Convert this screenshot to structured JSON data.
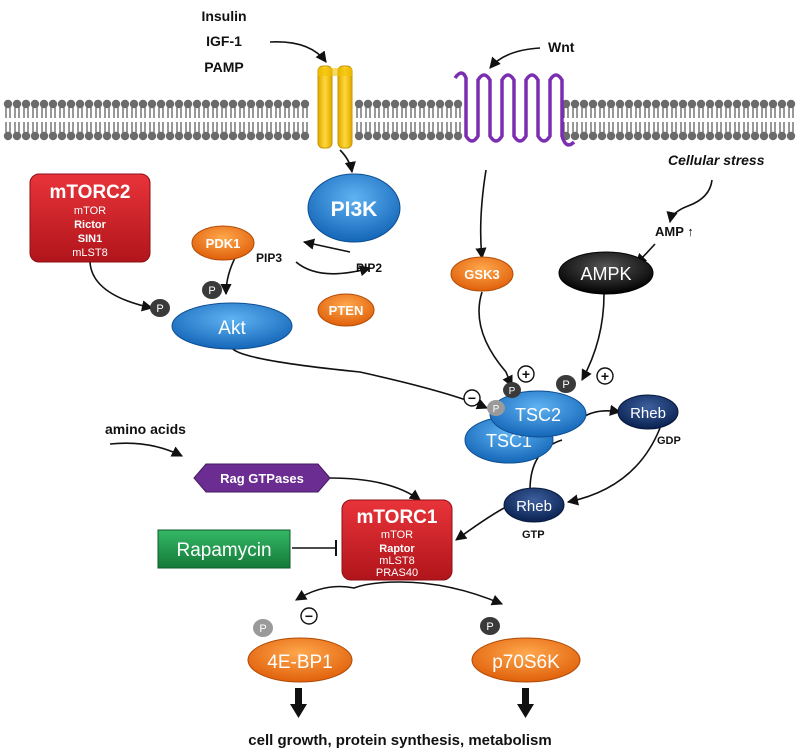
{
  "ligands": {
    "insulin": "Insulin",
    "igf1": "IGF-1",
    "pamp": "PAMP"
  },
  "wnt": "Wnt",
  "stress": "Cellular stress",
  "amp": "AMP ↑",
  "ampk": "AMPK",
  "pi3k": "PI3K",
  "pdk1": "PDK1",
  "pip3": "PIP3",
  "pip2": "PIP2",
  "pten": "PTEN",
  "gsk3": "GSK3",
  "akt": "Akt",
  "mtorc2": {
    "title": "mTORC2",
    "line1": "mTOR",
    "line2": "Rictor",
    "line3": "SIN1",
    "line4": "mLST8"
  },
  "mtorc1": {
    "title": "mTORC1",
    "line1": "mTOR",
    "line2": "Raptor",
    "line3": "mLST8",
    "line4": "PRAS40"
  },
  "tsc2": "TSC2",
  "tsc1": "TSC1",
  "rheb_gdp": {
    "name": "Rheb",
    "state": "GDP"
  },
  "rheb_gtp": {
    "name": "Rheb",
    "state": "GTP"
  },
  "amino_acids": "amino acids",
  "rag": "Rag GTPases",
  "rapamycin": "Rapamycin",
  "eb1": "4E-BP1",
  "s6k": "p70S6K",
  "output": "cell growth, protein synthesis, metabolism",
  "p": "P",
  "plus": "+",
  "minus": "−",
  "colors": {
    "orange": "#f07a1c",
    "blue": "#1f7fd0",
    "navy": "#0c2a5c",
    "red": "#d12026",
    "green": "#1a9a4a",
    "purple": "#6b2d91",
    "yellow": "#f5c400"
  }
}
